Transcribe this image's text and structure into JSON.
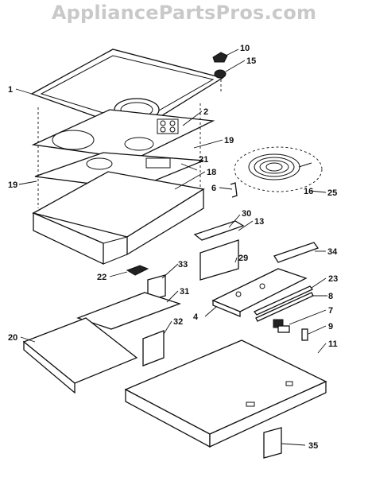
{
  "watermark": "AppliancePartsPros.com",
  "callouts": [
    "1",
    "2",
    "4",
    "6",
    "7",
    "8",
    "9",
    "10",
    "11",
    "13",
    "15",
    "16",
    "18",
    "19",
    "19",
    "20",
    "21",
    "22",
    "23",
    "25",
    "29",
    "30",
    "31",
    "32",
    "33",
    "34",
    "35"
  ]
}
